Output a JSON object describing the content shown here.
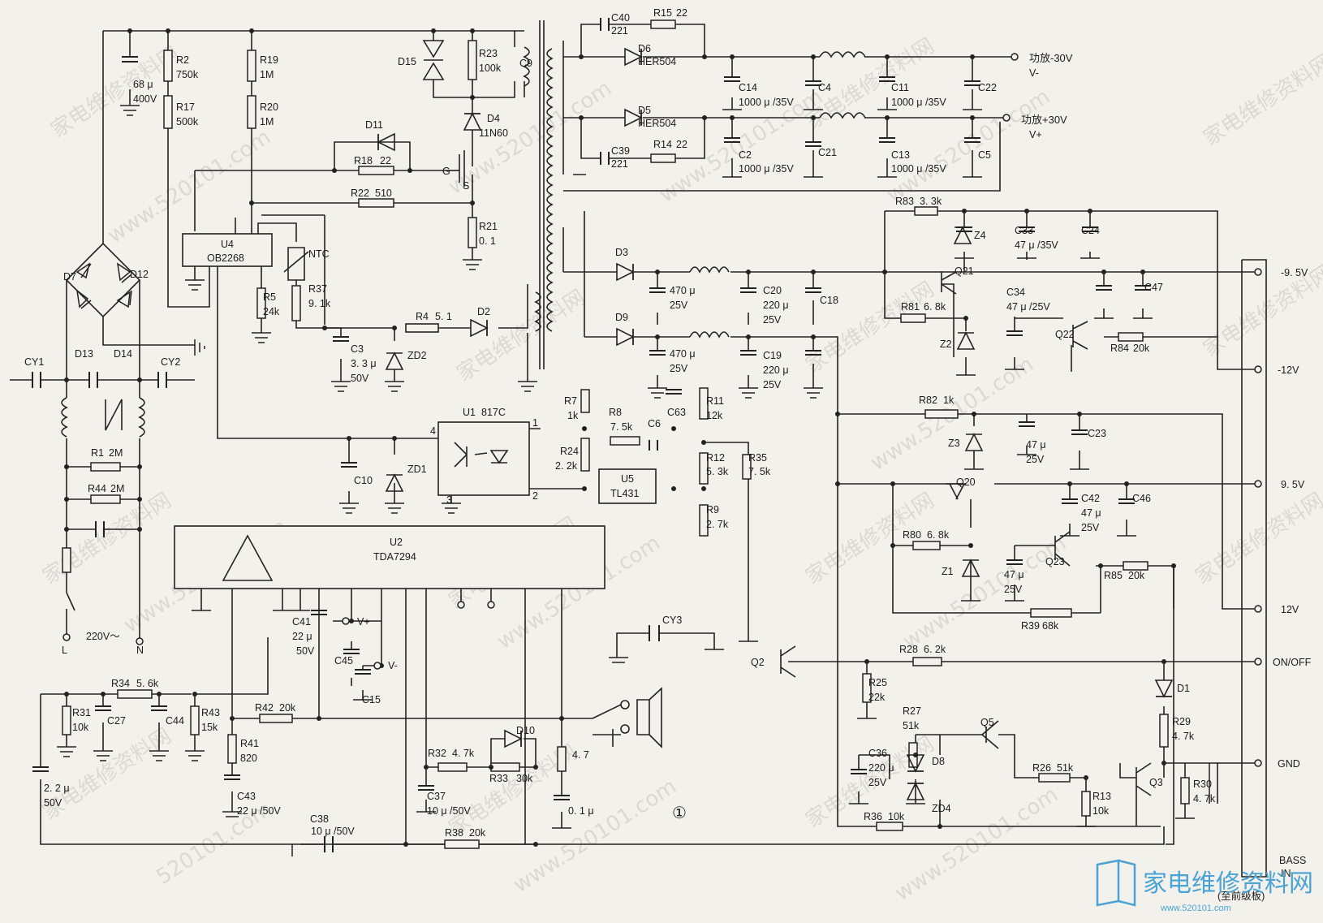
{
  "components": {
    "c40": {
      "ref": "C40",
      "val": "221"
    },
    "r15": {
      "ref": "R15",
      "val": "22"
    },
    "d6": {
      "ref": "D6",
      "val": "HER504"
    },
    "d5": {
      "ref": "D5",
      "val": "HER504"
    },
    "c39": {
      "ref": "C39",
      "val": "221"
    },
    "r14": {
      "ref": "R14",
      "val": "22"
    },
    "c14": {
      "ref": "C14",
      "val": "1000 μ /35V"
    },
    "c11": {
      "ref": "C11",
      "val": "1000 μ /35V"
    },
    "c2": {
      "ref": "C2",
      "val": "1000 μ /35V"
    },
    "c13": {
      "ref": "C13",
      "val": "1000 μ /35V"
    },
    "c4": {
      "ref": "C4"
    },
    "c22": {
      "ref": "C22"
    },
    "c21": {
      "ref": "C21"
    },
    "c5": {
      "ref": "C5"
    },
    "c68": {
      "ref": "68 μ",
      "val": "400V"
    },
    "r2": {
      "ref": "R2",
      "val": "750k"
    },
    "r17": {
      "ref": "R17",
      "val": "500k"
    },
    "r19": {
      "ref": "R19",
      "val": "1M"
    },
    "r20": {
      "ref": "R20",
      "val": "1M"
    },
    "d15": {
      "ref": "D15"
    },
    "r23": {
      "ref": "R23",
      "val": "100k"
    },
    "c9": {
      "ref": "C9"
    },
    "d4": {
      "ref": "D4",
      "val": "11N60"
    },
    "d11": {
      "ref": "D11"
    },
    "r18": {
      "ref": "R18",
      "val": "22"
    },
    "r22": {
      "ref": "R22",
      "val": "510"
    },
    "r21": {
      "ref": "R21",
      "val": "0. 1"
    },
    "u4": {
      "ref": "U4",
      "val": "OB2268"
    },
    "ntc": {
      "ref": "NTC"
    },
    "r37": {
      "ref": "R37",
      "val": "9. 1k"
    },
    "r5": {
      "ref": "R5",
      "val": "24k"
    },
    "c3": {
      "ref": "C3",
      "val": "3. 3 μ",
      "val2": "50V"
    },
    "zd2": {
      "ref": "ZD2"
    },
    "r4": {
      "ref": "R4",
      "val": "5. 1"
    },
    "d2": {
      "ref": "D2"
    },
    "d3": {
      "ref": "D3"
    },
    "d9": {
      "ref": "D9"
    },
    "c470a": {
      "ref": "470 μ",
      "val": "25V"
    },
    "c470b": {
      "ref": "470 μ",
      "val": "25V"
    },
    "c20": {
      "ref": "C20",
      "val": "220 μ",
      "val2": "25V"
    },
    "c19": {
      "ref": "C19",
      "val": "220 μ",
      "val2": "25V"
    },
    "c18": {
      "ref": "C18"
    },
    "r83": {
      "ref": "R83",
      "val": "3. 3k"
    },
    "z4": {
      "ref": "Z4"
    },
    "c33": {
      "ref": "C33",
      "val": "47 μ /35V"
    },
    "c24": {
      "ref": "C24"
    },
    "q21": {
      "ref": "Q21"
    },
    "c34": {
      "ref": "C34",
      "val": "47 μ /25V"
    },
    "c47": {
      "ref": "C47"
    },
    "r81": {
      "ref": "R81",
      "val": "6. 8k"
    },
    "z2": {
      "ref": "Z2"
    },
    "q22": {
      "ref": "Q22"
    },
    "r84": {
      "ref": "R84",
      "val": "20k"
    },
    "d7": {
      "ref": "D7"
    },
    "d12": {
      "ref": "D12"
    },
    "d13": {
      "ref": "D13"
    },
    "d14": {
      "ref": "D14"
    },
    "cy1": {
      "ref": "CY1"
    },
    "cy2": {
      "ref": "CY2"
    },
    "r1": {
      "ref": "R1",
      "val": "2M"
    },
    "r44": {
      "ref": "R44",
      "val": "2M"
    },
    "ac": {
      "ref": "220V～"
    },
    "l": {
      "ref": "L"
    },
    "n": {
      "ref": "N"
    },
    "u1": {
      "ref": "U1",
      "val": "817C"
    },
    "c10": {
      "ref": "C10"
    },
    "zd1": {
      "ref": "ZD1"
    },
    "r7": {
      "ref": "R7",
      "val": "1k"
    },
    "r24": {
      "ref": "R24",
      "val": "2. 2k"
    },
    "r8": {
      "ref": "R8",
      "val": "7. 5k"
    },
    "c6": {
      "ref": "C6"
    },
    "c63": {
      "ref": "C63"
    },
    "r11": {
      "ref": "R11",
      "val": "12k"
    },
    "r12": {
      "ref": "R12",
      "val": "5. 3k"
    },
    "r9": {
      "ref": "R9",
      "val": "2. 7k"
    },
    "r35": {
      "ref": "R35",
      "val": "7. 5k"
    },
    "u5": {
      "ref": "U5",
      "val": "TL431"
    },
    "r82": {
      "ref": "R82",
      "val": "1k"
    },
    "z3": {
      "ref": "Z3"
    },
    "c47b": {
      "ref": "47 μ",
      "val": "25V"
    },
    "c23": {
      "ref": "C23"
    },
    "q20": {
      "ref": "Q20"
    },
    "c42": {
      "ref": "C42",
      "val": "47 μ",
      "val2": "25V"
    },
    "c46": {
      "ref": "C46"
    },
    "r80": {
      "ref": "R80",
      "val": "6. 8k"
    },
    "z1": {
      "ref": "Z1"
    },
    "c47c": {
      "ref": "47 μ",
      "val": "25V"
    },
    "q23": {
      "ref": "Q23"
    },
    "r85": {
      "ref": "R85",
      "val": "20k"
    },
    "r39": {
      "ref": "R39",
      "val": "68k"
    },
    "u2": {
      "ref": "U2",
      "val": "TDA7294"
    },
    "c41": {
      "ref": "C41",
      "val": "22 μ",
      "val2": "50V"
    },
    "c45": {
      "ref": "C45"
    },
    "c15": {
      "ref": "C15"
    },
    "vplus": {
      "ref": "V+"
    },
    "vminus": {
      "ref": "V-"
    },
    "cy3": {
      "ref": "CY3"
    },
    "r34": {
      "ref": "R34",
      "val": "5. 6k"
    },
    "r31": {
      "ref": "R31",
      "val": "10k"
    },
    "c27": {
      "ref": "C27"
    },
    "c44": {
      "ref": "C44"
    },
    "r43": {
      "ref": "R43",
      "val": "15k"
    },
    "r42": {
      "ref": "R42",
      "val": "20k"
    },
    "r41": {
      "ref": "R41",
      "val": "820"
    },
    "c43": {
      "ref": "C43",
      "val": "22 μ /50V"
    },
    "c22u": {
      "ref": "2. 2 μ",
      "val": "50V"
    },
    "r32": {
      "ref": "R32",
      "val": "4. 7k"
    },
    "d10": {
      "ref": "D10"
    },
    "r33": {
      "ref": "R33",
      "val": "30k"
    },
    "r47": {
      "ref": "4. 7"
    },
    "c01": {
      "ref": "0. 1 μ"
    },
    "c37": {
      "ref": "C37",
      "val": "10 μ /50V"
    },
    "c38": {
      "ref": "C38",
      "val": "10 μ /50V"
    },
    "r38": {
      "ref": "R38",
      "val": "20k"
    },
    "q2": {
      "ref": "Q2"
    },
    "r28": {
      "ref": "R28",
      "val": "6. 2k"
    },
    "r25": {
      "ref": "R25",
      "val": "22k"
    },
    "r27": {
      "ref": "R27",
      "val": "51k"
    },
    "c36": {
      "ref": "C36",
      "val": "220 μ",
      "val2": "25V"
    },
    "d8": {
      "ref": "D8"
    },
    "zd4": {
      "ref": "ZD4"
    },
    "q5": {
      "ref": "Q5"
    },
    "r26": {
      "ref": "R26",
      "val": "51k"
    },
    "r13": {
      "ref": "R13",
      "val": "10k"
    },
    "q3": {
      "ref": "Q3"
    },
    "d1": {
      "ref": "D1"
    },
    "r29": {
      "ref": "R29",
      "val": "4. 7k"
    },
    "r30": {
      "ref": "R30",
      "val": "4. 7k"
    },
    "r36": {
      "ref": "R36",
      "val": "10k"
    },
    "fig": {
      "ref": "①"
    }
  },
  "outputs": {
    "amp_m30": "功放-30V",
    "vminus": "V-",
    "amp_p30": "功放+30V",
    "vplus": "V+",
    "m95": "-9. 5V",
    "m12": "-12V",
    "p95": "9. 5V",
    "p12": "12V",
    "onoff": "ON/OFF",
    "gnd": "GND",
    "bass": "BASS",
    "in": "IN",
    "to_front": "(至前级板)"
  },
  "watermarks": {
    "cn": "家电维修资料网",
    "url": "www.520101.com",
    "url2": "520101.com"
  },
  "logo": {
    "text": "家电维修资料网",
    "url": "www.520101.com"
  }
}
